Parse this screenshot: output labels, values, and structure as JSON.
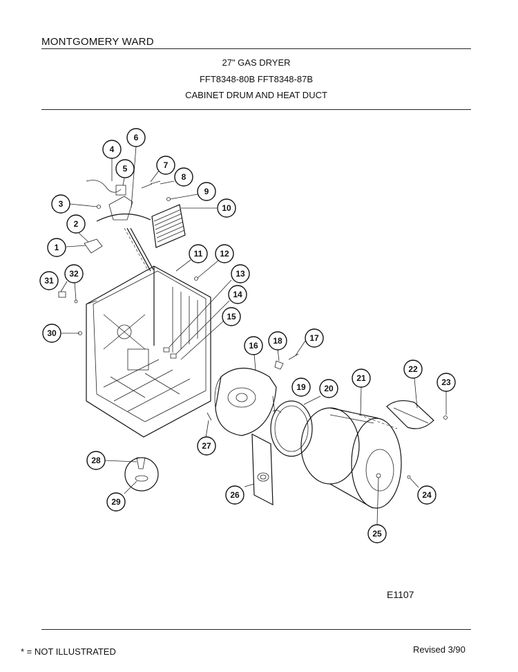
{
  "header": {
    "brand": "MONTGOMERY WARD",
    "title_line1": "27\" GAS DRYER",
    "title_line2": "FFT8348-80B  FFT8348-87B",
    "title_line3": "CABINET DRUM AND HEAT DUCT"
  },
  "diagram": {
    "callouts": [
      "1",
      "2",
      "3",
      "4",
      "5",
      "6",
      "7",
      "8",
      "9",
      "10",
      "11",
      "12",
      "13",
      "14",
      "15",
      "16",
      "17",
      "18",
      "19",
      "20",
      "21",
      "22",
      "23",
      "24",
      "25",
      "26",
      "27",
      "28",
      "29",
      "30",
      "31",
      "32"
    ]
  },
  "footer": {
    "code": "E1107",
    "note": "* = NOT ILLUSTRATED",
    "revised": "Revised 3/90"
  }
}
